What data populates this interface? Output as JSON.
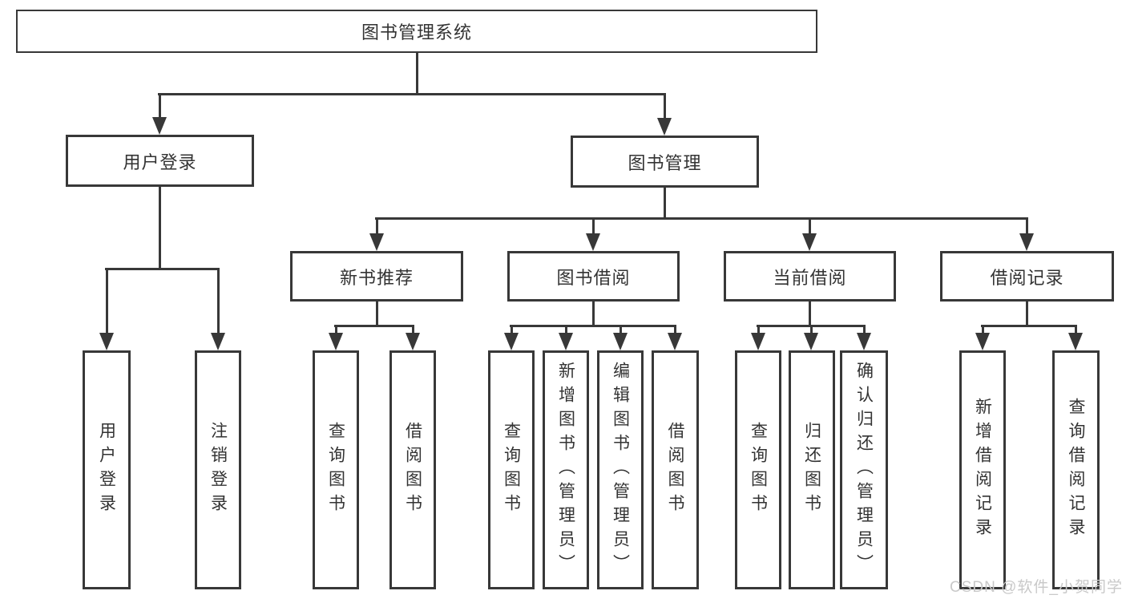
{
  "nodes": {
    "root": "图书管理系统",
    "level2": [
      "用户登录",
      "图书管理"
    ],
    "level3": [
      "新书推荐",
      "图书借阅",
      "当前借阅",
      "借阅记录"
    ],
    "leaves": {
      "user_login": [
        "用户登录",
        "注销登录"
      ],
      "new_book_recommend": [
        "查询图书",
        "借阅图书"
      ],
      "book_borrow": [
        "查询图书",
        "新增图书（管理员）",
        "编辑图书（管理员）",
        "借阅图书"
      ],
      "current_borrow": [
        "查询图书",
        "归还图书",
        "确认归还（管理员）"
      ],
      "borrow_records": [
        "新增借阅记录",
        "查询借阅记录"
      ]
    }
  },
  "watermark": "CSDN @软件_小贺同学",
  "colors": {
    "line": "#383838",
    "text": "#333333",
    "box_background": "#ffffff",
    "watermark": "#c9c9c9",
    "background": "#ffffff"
  }
}
